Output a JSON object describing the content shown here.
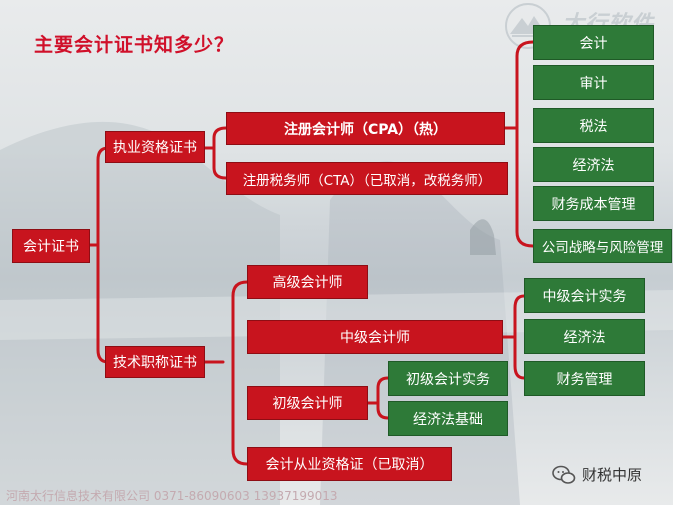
{
  "title": "主要会计证书知多少？",
  "logo_text": "太行软件",
  "footer": "河南太行信息技术有限公司   0371-86090603   13937199013",
  "brand": "财税中原",
  "root": "会计证书",
  "branch1": {
    "label": "执业资格证书",
    "cpa": "注册会计师（CPA）（热）",
    "cta": "注册税务师（CTA）（已取消，改税务师）",
    "cpa_subjects": [
      "会计",
      "审计",
      "税法",
      "经济法",
      "财务成本管理",
      "公司战略与风险管理"
    ]
  },
  "branch2": {
    "label": "技术职称证书",
    "senior": "高级会计师",
    "middle": "中级会计师",
    "middle_subjects": [
      "中级会计实务",
      "经济法",
      "财务管理"
    ],
    "junior": "初级会计师",
    "junior_subjects": [
      "初级会计实务",
      "经济法基础"
    ],
    "qualification": "会计从业资格证（已取消）"
  }
}
